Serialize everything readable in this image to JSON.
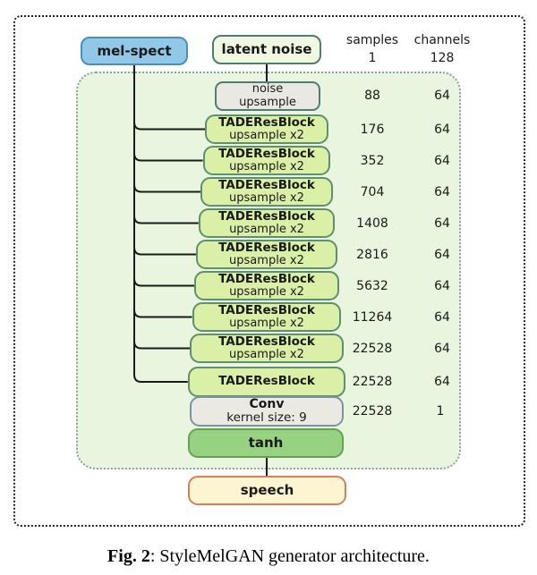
{
  "inputs": {
    "mel_spect": "mel-spect",
    "latent_noise": "latent noise"
  },
  "columns": {
    "samples_header": "samples",
    "channels_header": "channels",
    "samples_value": "1",
    "channels_value": "128"
  },
  "generator": {
    "noise_upsample": {
      "line1": "noise",
      "line2": "upsample",
      "samples": "88",
      "channels": "64"
    },
    "blocks": [
      {
        "title": "TADEResBlock",
        "subtitle": "upsample x2",
        "samples": "176",
        "channels": "64"
      },
      {
        "title": "TADEResBlock",
        "subtitle": "upsample x2",
        "samples": "352",
        "channels": "64"
      },
      {
        "title": "TADEResBlock",
        "subtitle": "upsample x2",
        "samples": "704",
        "channels": "64"
      },
      {
        "title": "TADEResBlock",
        "subtitle": "upsample x2",
        "samples": "1408",
        "channels": "64"
      },
      {
        "title": "TADEResBlock",
        "subtitle": "upsample x2",
        "samples": "2816",
        "channels": "64"
      },
      {
        "title": "TADEResBlock",
        "subtitle": "upsample x2",
        "samples": "5632",
        "channels": "64"
      },
      {
        "title": "TADEResBlock",
        "subtitle": "upsample x2",
        "samples": "11264",
        "channels": "64"
      },
      {
        "title": "TADEResBlock",
        "subtitle": "upsample x2",
        "samples": "22528",
        "channels": "64"
      },
      {
        "title": "TADEResBlock",
        "subtitle": "",
        "samples": "22528",
        "channels": "64"
      }
    ],
    "conv": {
      "title": "Conv",
      "subtitle": "kernel size: 9",
      "samples": "22528",
      "channels": "1"
    },
    "tanh_label": "tanh"
  },
  "output": {
    "speech": "speech"
  },
  "caption": {
    "bold": "Fig. 2",
    "rest": ": StyleMelGAN generator architecture."
  },
  "colors": {
    "mel_spect_fill": "#92c7e8",
    "mel_spect_border": "#4a8dbf",
    "latent_fill": "#f0f8e2",
    "latent_border": "#4e7d6e",
    "container_fill": "#e9f5de",
    "container_border": "#84a99c",
    "noise_fill": "#e9e9e1",
    "noise_border": "#4e7d73",
    "block_fill": "#d9f0a6",
    "block_border": "#5d8f70",
    "conv_fill": "#eae9e2",
    "conv_border": "#7b93a0",
    "tanh_fill": "#97d283",
    "tanh_border": "#63a24c",
    "speech_fill": "#fdf4d2",
    "speech_border": "#d97f5b",
    "line": "#1a1a1a"
  }
}
